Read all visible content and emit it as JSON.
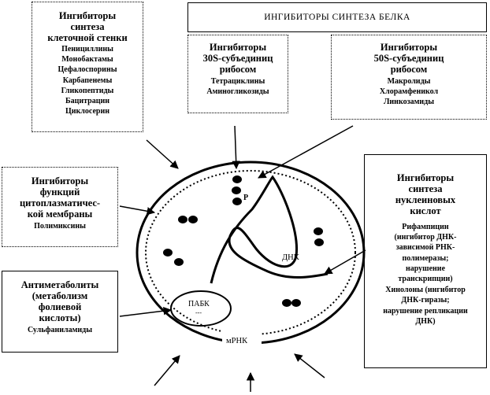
{
  "title": "ИНГИБИТОРЫ  СИНТЕЗА БЕЛКА",
  "cell_wall": {
    "heading": [
      "Ингибиторы",
      "синтеза",
      "клеточной стенки"
    ],
    "items": [
      "Пенициллины",
      "Монобактамы",
      "Цефалоспорины",
      "Карбапенемы",
      "Гликопептиды",
      "Бацитрацин",
      "Циклосерин"
    ]
  },
  "s30": {
    "heading": [
      "Ингибиторы",
      "30S-субъединиц",
      "рибосом"
    ],
    "items": [
      "Тетрациклины",
      "Аминогликозиды"
    ]
  },
  "s50": {
    "heading": [
      "Ингибиторы",
      "50S-субъединиц",
      "рибосом"
    ],
    "items": [
      "Макролиды",
      "Хлорамфеникол",
      "Линкозамиды"
    ]
  },
  "membrane": {
    "heading": [
      "Ингибиторы",
      "функций",
      "цитоплазматичес-",
      "кой мембраны"
    ],
    "items": [
      "Полимиксины"
    ]
  },
  "nucleic": {
    "heading": [
      "Ингибиторы",
      "синтеза",
      "нуклеиновых",
      "кислот"
    ],
    "items": [
      "Рифампицин",
      "(ингибитор ДНК-",
      "зависимой РНК-",
      "полимеразы;",
      "нарушение",
      "транскрипции)",
      "Хинолоны (ингибитор",
      "ДНК-гиразы;",
      "нарушение репликации",
      "ДНК)"
    ]
  },
  "antimetab": {
    "heading": [
      "Антиметаболиты",
      "(метаболизм",
      "фолиевой",
      "кислоты)"
    ],
    "items": [
      "Сульфаниламиды"
    ]
  },
  "labels": {
    "paba": "ПАБК",
    "paba_sub": "---",
    "dna": "ДНК",
    "mrna": "мРНК",
    "ribosome": "Р"
  }
}
